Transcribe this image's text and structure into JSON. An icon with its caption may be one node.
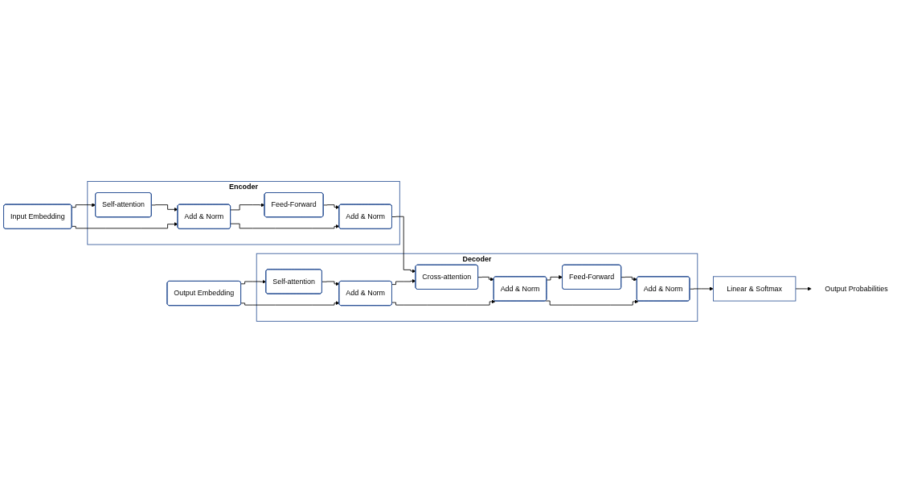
{
  "diagram": {
    "nodes": [
      {
        "text": [
          "Encoder"
        ]
      },
      {
        "text": [
          "Add & Norm"
        ],
        "in": 0
      },
      {
        "text": [
          "Feed-Forward"
        ],
        "in": 0
      },
      {
        "text": [
          "Add & Norm"
        ],
        "in": 0
      },
      {
        "text": [
          "Self-attention"
        ],
        "in": 0
      },
      {
        "text": [
          "Input Embedding"
        ]
      },
      {
        "text": [
          "Decoder"
        ]
      },
      {
        "text": [
          "Add & Norm"
        ],
        "in": 6
      },
      {
        "text": [
          "Feed-Forward"
        ],
        "in": 6
      },
      {
        "text": [
          "Add & Norm"
        ],
        "in": 6
      },
      {
        "text": [
          "Cross-attention"
        ],
        "in": 6
      },
      {
        "text": [
          "Add & Norm"
        ],
        "in": 6
      },
      {
        "text": [
          "Self-attention"
        ],
        "in": 6
      },
      {
        "text": [
          "Output Embedding"
        ]
      },
      {
        "text": [
          "Linear & Softmax"
        ]
      },
      {
        "text": [
          "Output Probabilities"
        ]
      }
    ],
    "edges": [
      {
        "from": 5,
        "to": 4,
        "arrow": "to"
      },
      {
        "from": 5,
        "to": 3,
        "arrow": "to"
      },
      {
        "from": 4,
        "to": 3,
        "arrow": "to"
      },
      {
        "from": 3,
        "to": 2,
        "arrow": "to"
      },
      {
        "from": 3,
        "to": 1,
        "arrow": "to"
      },
      {
        "from": 2,
        "to": 1,
        "arrow": "to"
      },
      {
        "from": 1,
        "to": 10,
        "arrow": "to"
      },
      {
        "from": 13,
        "to": 12,
        "arrow": "to"
      },
      {
        "from": 13,
        "to": 11,
        "arrow": "to"
      },
      {
        "from": 12,
        "to": 11,
        "arrow": "to"
      },
      {
        "from": 11,
        "to": 10,
        "arrow": "to"
      },
      {
        "from": 11,
        "to": 9,
        "arrow": "to"
      },
      {
        "from": 10,
        "to": 9,
        "arrow": "to"
      },
      {
        "from": 9,
        "to": 8,
        "arrow": "to"
      },
      {
        "from": 9,
        "to": 7,
        "arrow": "to"
      },
      {
        "from": 8,
        "to": 7,
        "arrow": "to"
      },
      {
        "from": 7,
        "to": 14,
        "arrow": "to"
      },
      {
        "from": 14,
        "to": 15,
        "arrow": "to"
      }
    ]
  }
}
